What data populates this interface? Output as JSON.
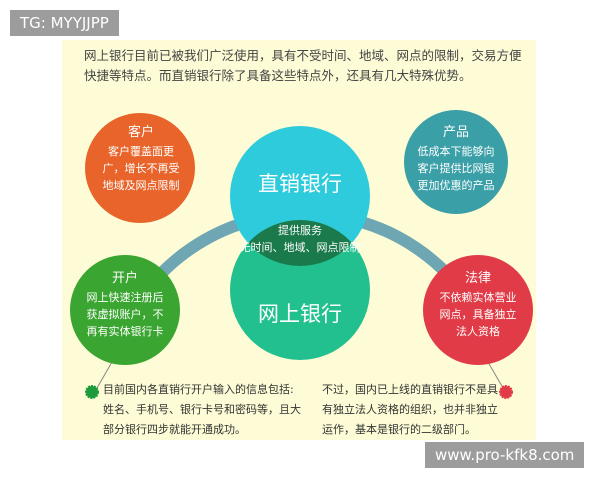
{
  "intro": "网上银行目前已被我们广泛使用，具有不受时间、地域、网点的限制，交易方便快捷等特点。而直销银行除了具备这些特点外，还具有几大特殊优势。",
  "center": {
    "top": "直销银行",
    "bottom": "网上银行",
    "overlap_title": "提供服务",
    "overlap_text": "无时间、地域、网点限制"
  },
  "nodes": {
    "customer": {
      "title": "客户",
      "text": "客户覆盖面更广，增长不再受地域及网点限制",
      "color": "#e8642a"
    },
    "product": {
      "title": "产品",
      "text": "低成本下能够向客户提供比网银更加优惠的产品",
      "color": "#3a9fa7"
    },
    "account": {
      "title": "开户",
      "text": "网上快速注册后获虚拟账户，不再有实体银行卡",
      "color": "#3aa531"
    },
    "law": {
      "title": "法律",
      "text": "不依赖实体营业网点，具备独立法人资格",
      "color": "#e03b47"
    }
  },
  "notes": {
    "left": "目前国内各直销行开户输入的信息包括:姓名、手机号、银行卡号和密码等，且大部分银行四步就能开通成功。",
    "right": "不过，国内已上线的直销银行不是具有独立法人资格的组织，也并非独立运作，基本是银行的二级部门。"
  },
  "watermarks": {
    "top": "TG: MYYJJPP",
    "bottom": "www.pro-kfk8.com"
  }
}
